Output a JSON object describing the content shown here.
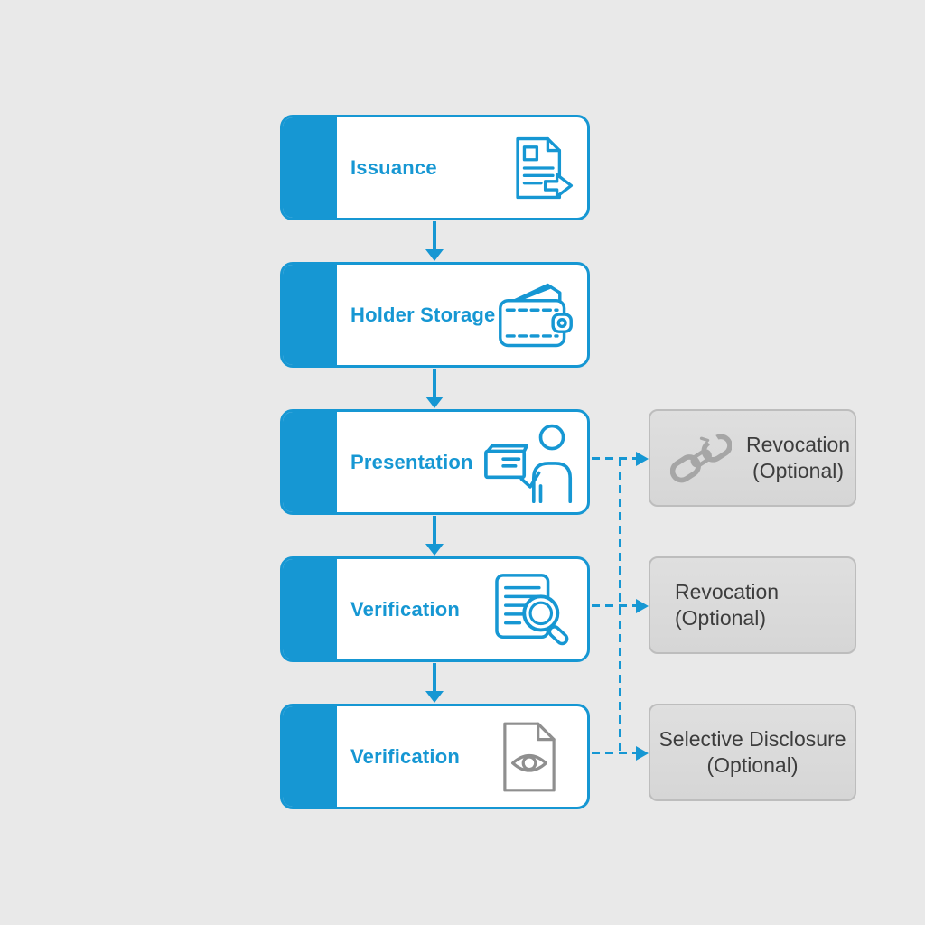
{
  "diagram": {
    "flow_steps": [
      {
        "label": "Issuance",
        "icon": "document-arrow-icon"
      },
      {
        "label": "Holder Storage",
        "icon": "wallet-icon"
      },
      {
        "label": "Presentation",
        "icon": "credential-present-icon"
      },
      {
        "label": "Verification",
        "icon": "document-search-icon"
      },
      {
        "label": "Verification",
        "icon": "document-eye-icon"
      }
    ],
    "optional_steps": [
      {
        "label": "Revocation",
        "sublabel": "(Optional)",
        "icon": "broken-chain-icon"
      },
      {
        "label": "Revocation",
        "sublabel": "(Optional)",
        "icon": ""
      },
      {
        "label": "Selective Disclosure",
        "sublabel": "(Optional)",
        "icon": ""
      }
    ],
    "colors": {
      "accent_blue": "#1697D3",
      "flow_box_fill": "#FFFFFF",
      "optional_fill": "#DBDBDB",
      "optional_border": "#BDBDBD",
      "optional_text": "#3D3D3D",
      "background": "#E9E9E9",
      "gray_icon": "#9A9A9A"
    }
  }
}
